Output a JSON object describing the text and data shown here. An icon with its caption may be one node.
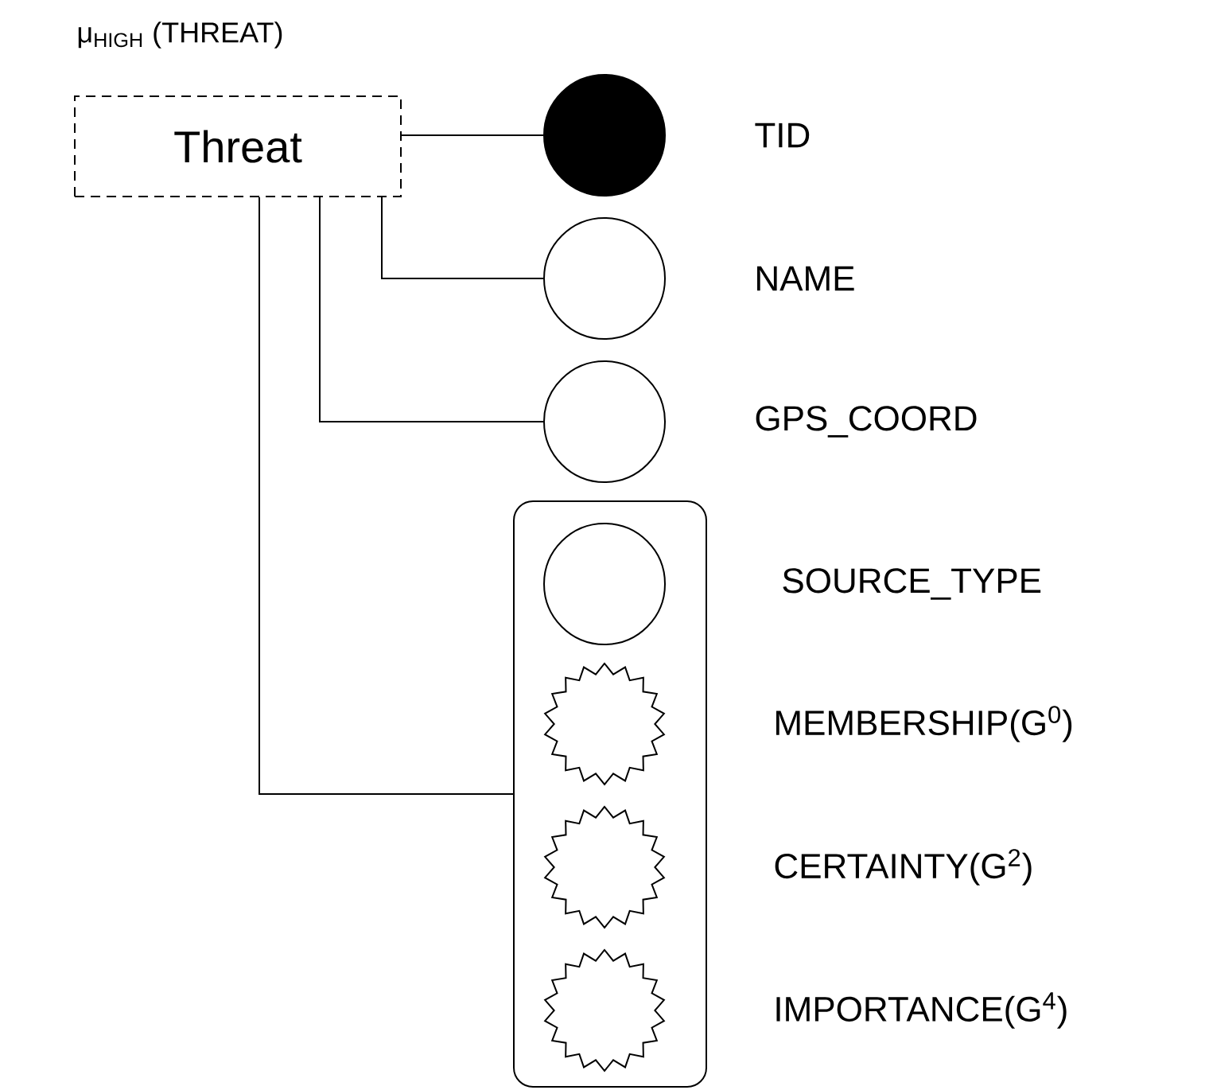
{
  "diagram": {
    "title": "μ$_{HIGH}$ (THREAT)",
    "nodes": [
      {
        "text": [
          "Threat"
        ]
      },
      {
        "text": [],
        "shape": "dot",
        "beside": [
          "TID"
        ]
      },
      {
        "text": [],
        "shape": "circle",
        "beside": [
          "NAME"
        ]
      },
      {
        "text": [],
        "shape": "circle",
        "beside": [
          "GPS_COORD"
        ]
      },
      {
        "text": [],
        "shape": "box"
      },
      {
        "text": [],
        "shape": "circle",
        "beside": [
          "SOURCE_TYPE"
        ],
        "in": 4
      },
      {
        "text": [],
        "shape": "star",
        "beside": [
          "MEMBERSHIP(G$^{0}$)"
        ],
        "in": 4
      },
      {
        "text": [],
        "shape": "star",
        "beside": [
          "CERTAINTY(G$^{2}$)"
        ],
        "in": 4
      },
      {
        "text": [],
        "shape": "star",
        "beside": [
          "IMPORTANCE(G$^{4}$)"
        ],
        "in": 4
      }
    ],
    "edges": [
      {
        "from": 0,
        "to": 1,
        "arrow": "none"
      },
      {
        "from": 0,
        "to": 2,
        "arrow": "none"
      },
      {
        "from": 0,
        "to": 3,
        "arrow": "none"
      },
      {
        "from": 0,
        "to": 4,
        "arrow": "none"
      }
    ]
  }
}
